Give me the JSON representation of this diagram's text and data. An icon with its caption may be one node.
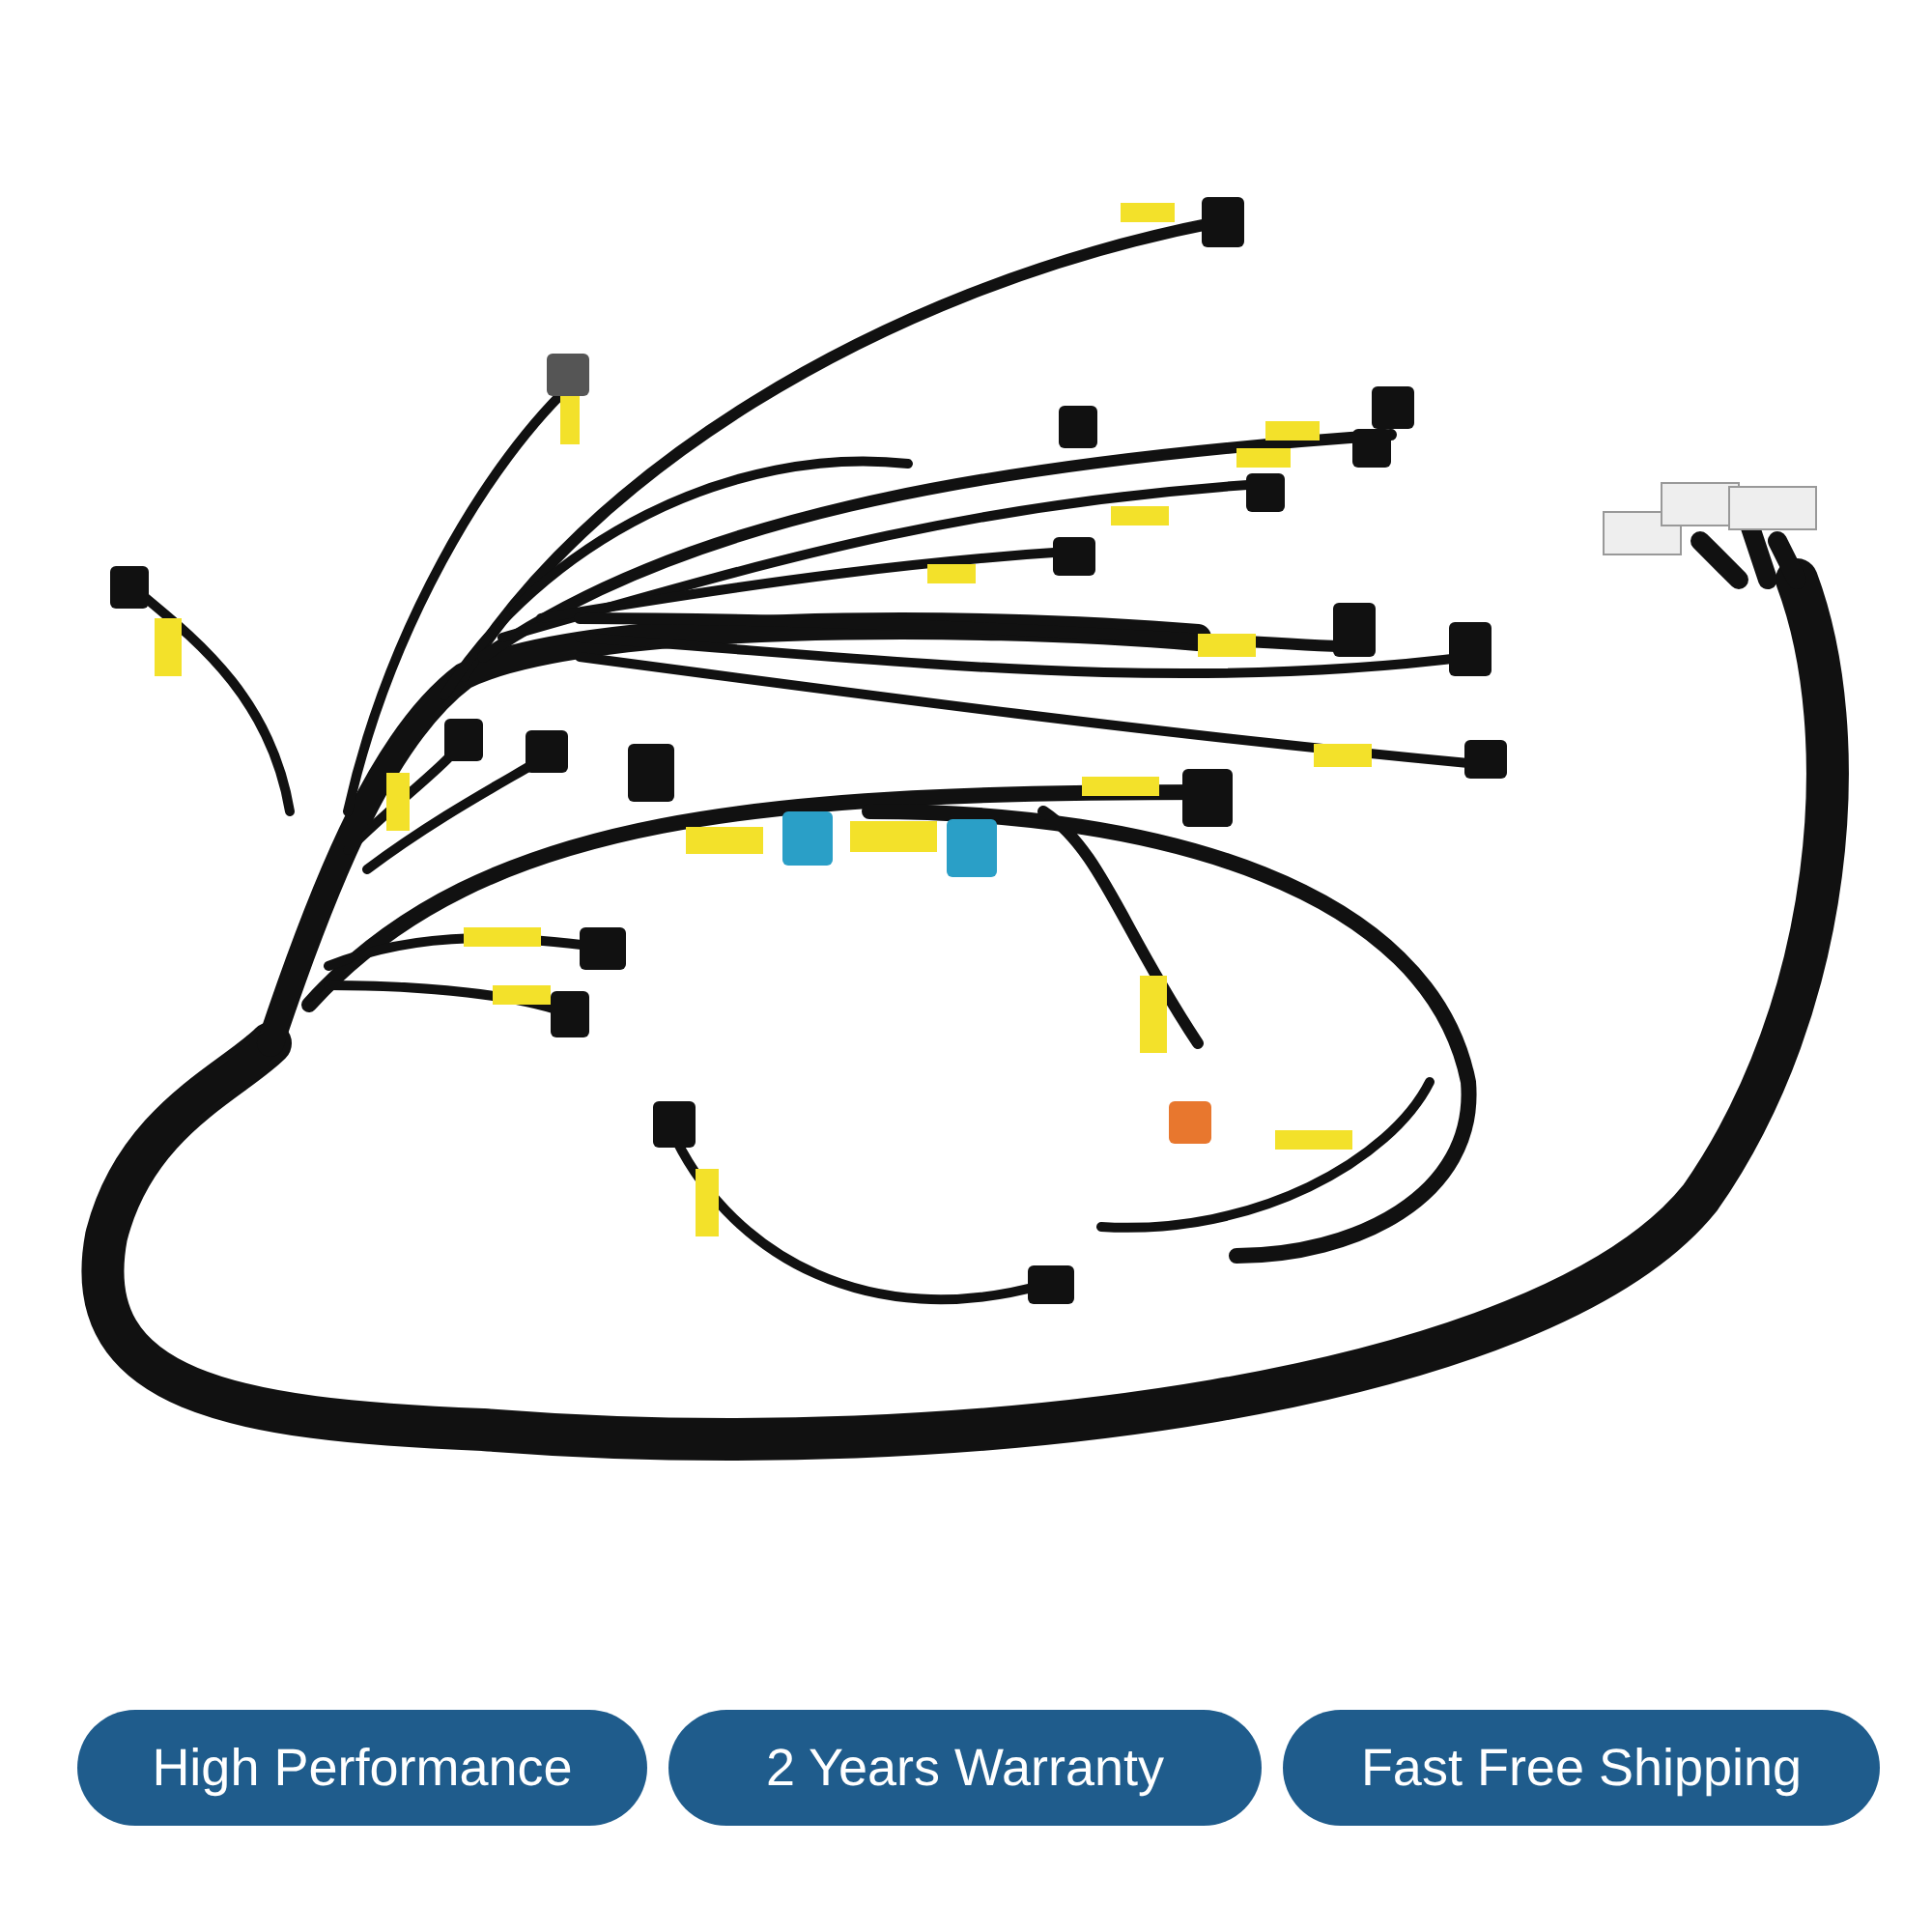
{
  "diagram": {
    "labels": [
      "High Performance",
      "2 Years Warranty",
      "Fast Free Shipping"
    ]
  }
}
